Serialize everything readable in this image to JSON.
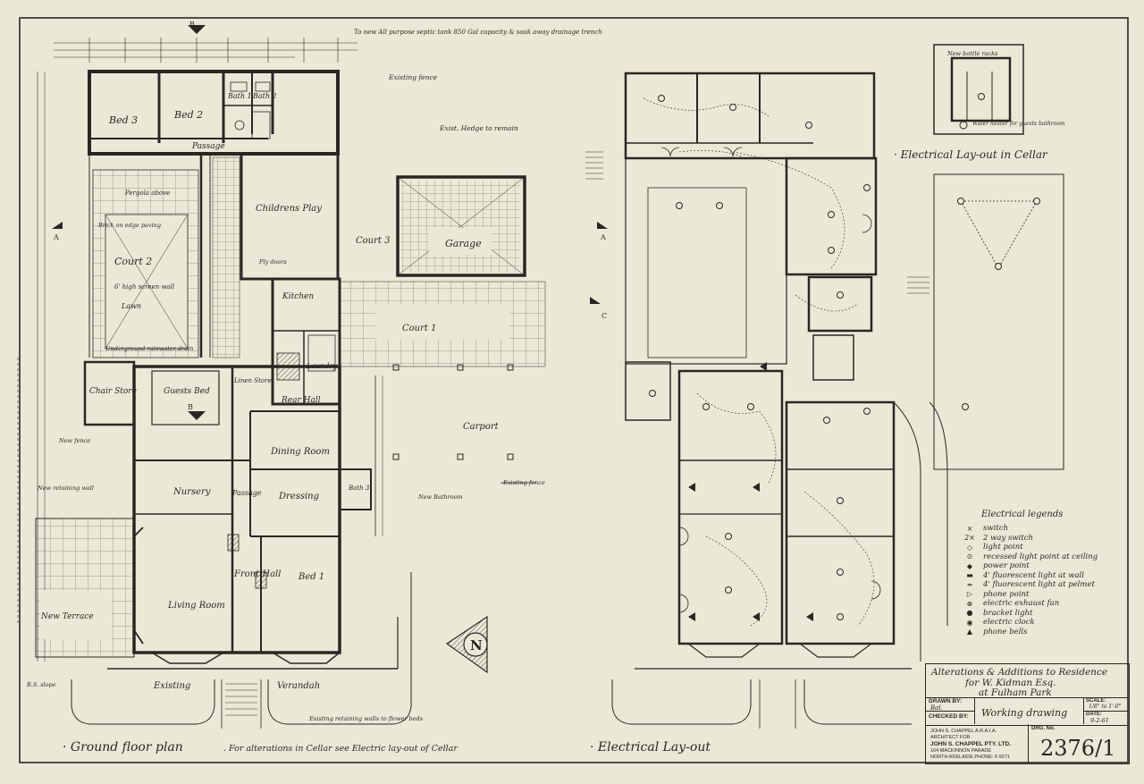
{
  "title_block": {
    "project_line1": "Alterations & Additions to Residence",
    "project_line2": "for W. Kidman Esq.",
    "project_line3": "at Fulham Park",
    "drawn_by_label": "DRAWN BY:",
    "drawn_by": "Bal.",
    "checked_by_label": "CHECKED BY:",
    "scale_label": "SCALE:",
    "scale": "1/8\" to 1'-0\"",
    "date_label": "DATE:",
    "date": "9-2-61",
    "sheet_title": "Working drawing",
    "architect_line1": "JOHN S. CHAPPEL A.R.A.I.A.",
    "architect_line2": "ARCHITECT FOR",
    "architect_line3": "JOHN S. CHAPPEL PTY. LTD.",
    "architect_line4": "164 MACKINNON PARADE",
    "architect_line5": "NORTH ADELAIDE  PHONE: 6 9271",
    "drg_no_label": "DRG. No.",
    "drg_no": "2376/1"
  },
  "captions": {
    "ground_floor": "· Ground floor plan",
    "ground_floor_note": ". For alterations in Cellar see Electric lay-out of Cellar",
    "electrical": "· Electrical Lay-out",
    "electrical_cellar": "· Electrical Lay-out in Cellar"
  },
  "rooms": {
    "bed3": "Bed 3",
    "bed2": "Bed 2",
    "bed1": "Bed 1",
    "bath_a": "Bath 1",
    "bath_b": "Bath 2",
    "bath3": "Bath 3",
    "passage_top": "Passage",
    "childrens_play": "Childrens Play",
    "court1": "Court 1",
    "court2": "Court 2",
    "court3": "Court 3",
    "garage": "Garage",
    "kitchen": "Kitchen",
    "laundry": "Laundry",
    "rear_hall": "Rear Hall",
    "dining": "Dining Room",
    "dressing": "Dressing",
    "nursery": "Nursery",
    "passage_mid": "Passage",
    "front_hall": "Front Hall",
    "living": "Living Room",
    "chair_store": "Chair Store",
    "guests_bed": "Guests Bed",
    "linen": "Linen Store",
    "carport": "Carport",
    "new_terrace": "New Terrace",
    "verandah": "Verandah",
    "existing": "Existing",
    "lawn": "Lawn"
  },
  "notes": {
    "septic": "To new All purpose septic tank 850 Gal capacity & soak away drainage trench",
    "hedge": "Exist. Hedge to remain",
    "existing_fence_top": "Existing fence",
    "existing_fence_side": "Existing fence",
    "high_screen_wall": "6' high screen wall",
    "pergola": "Pergola above",
    "brick_paving": "Brick on edge paving",
    "underground_rainwater": "Underground rainwater drain",
    "new_fence": "New fence",
    "new_retaining": "New retaining wall",
    "existing_retaining": "Existing retaining walls to flower beds",
    "fly_doors": "Fly doors",
    "section_a": "A",
    "section_b": "B",
    "section_c": "C",
    "north": "N",
    "lawn_note": "Lawn",
    "new_bathroom": "New Bathroom",
    "bs_slope": "B.S. slope"
  },
  "cellar_notes": {
    "new_bottle_racks": "New bottle racks",
    "water_heater": "Water heater for guests bathroom"
  },
  "legend": {
    "title": "Electrical legends",
    "items": [
      {
        "symbol": "×",
        "label": "switch"
      },
      {
        "symbol": "2×",
        "label": "2 way switch"
      },
      {
        "symbol": "◇",
        "label": "light point"
      },
      {
        "symbol": "⊙",
        "label": "recessed light point at ceiling"
      },
      {
        "symbol": "◆",
        "label": "power point"
      },
      {
        "symbol": "▬",
        "label": "4' fluorescent light at wall"
      },
      {
        "symbol": "═",
        "label": "4' fluorescent light at pelmet"
      },
      {
        "symbol": "▷",
        "label": "phone point"
      },
      {
        "symbol": "⊗",
        "label": "electric exhaust fan"
      },
      {
        "symbol": "●",
        "label": "bracket light"
      },
      {
        "symbol": "◉",
        "label": "electric clock"
      },
      {
        "symbol": "▲",
        "label": "phone bells"
      }
    ]
  },
  "colors": {
    "paper": "#ece8d8",
    "ink": "#2a2722"
  }
}
